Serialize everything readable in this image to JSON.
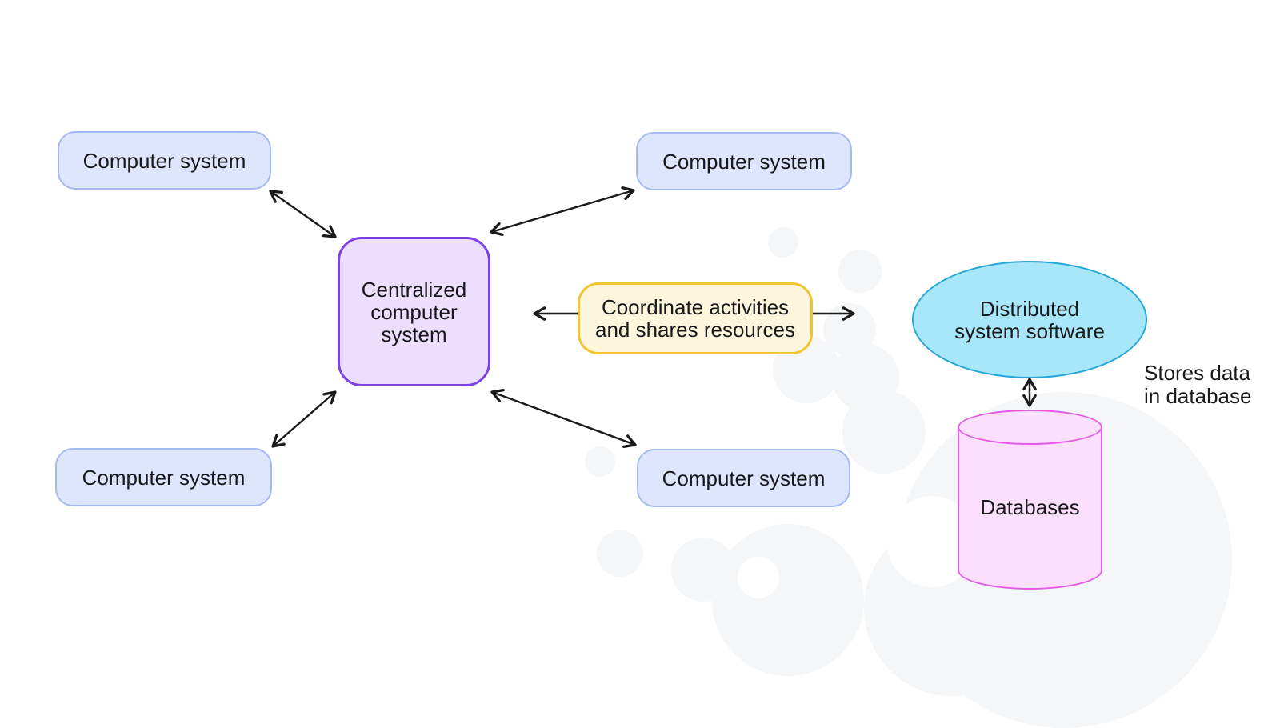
{
  "nodes": {
    "computer_tl": {
      "label": "Computer system"
    },
    "computer_tr": {
      "label": "Computer system"
    },
    "computer_bl": {
      "label": "Computer system"
    },
    "computer_br": {
      "label": "Computer system"
    },
    "central": {
      "label": "Centralized computer system",
      "lines": [
        "Centralized",
        "computer",
        "system"
      ]
    },
    "coordinate": {
      "label": "Coordinate activities and shares resources",
      "lines": [
        "Coordinate activities",
        "and shares resources"
      ]
    },
    "distributed": {
      "label": "Distributed system software",
      "lines": [
        "Distributed",
        "system software"
      ]
    },
    "databases": {
      "label": "Databases"
    }
  },
  "annotation": {
    "label": "Stores data in database",
    "lines": [
      "Stores data",
      "in database"
    ]
  },
  "edges": [
    {
      "from": "central",
      "to": "computer_tl",
      "style": "double-arrow"
    },
    {
      "from": "central",
      "to": "computer_tr",
      "style": "double-arrow"
    },
    {
      "from": "central",
      "to": "computer_bl",
      "style": "double-arrow"
    },
    {
      "from": "central",
      "to": "computer_br",
      "style": "double-arrow"
    },
    {
      "from": "coordinate",
      "to": "central",
      "style": "arrow-left"
    },
    {
      "from": "coordinate",
      "to": "distributed",
      "style": "arrow-right"
    },
    {
      "from": "distributed",
      "to": "databases",
      "style": "double-arrow"
    }
  ],
  "colors": {
    "computer_system_fill": "#dde6fc",
    "computer_system_border": "#a6baf2",
    "central_fill": "#ecdffd",
    "central_border": "#7e42e4",
    "coordinate_fill": "#fdf6dc",
    "coordinate_border": "#f2c52e",
    "distributed_fill": "#a8e6f9",
    "distributed_border": "#27a7d7",
    "databases_fill": "#fbdffc",
    "databases_border": "#e25ae5",
    "arrow": "#1a1a1a",
    "background_blob": "#f5f6f7",
    "text": "#18191b"
  }
}
